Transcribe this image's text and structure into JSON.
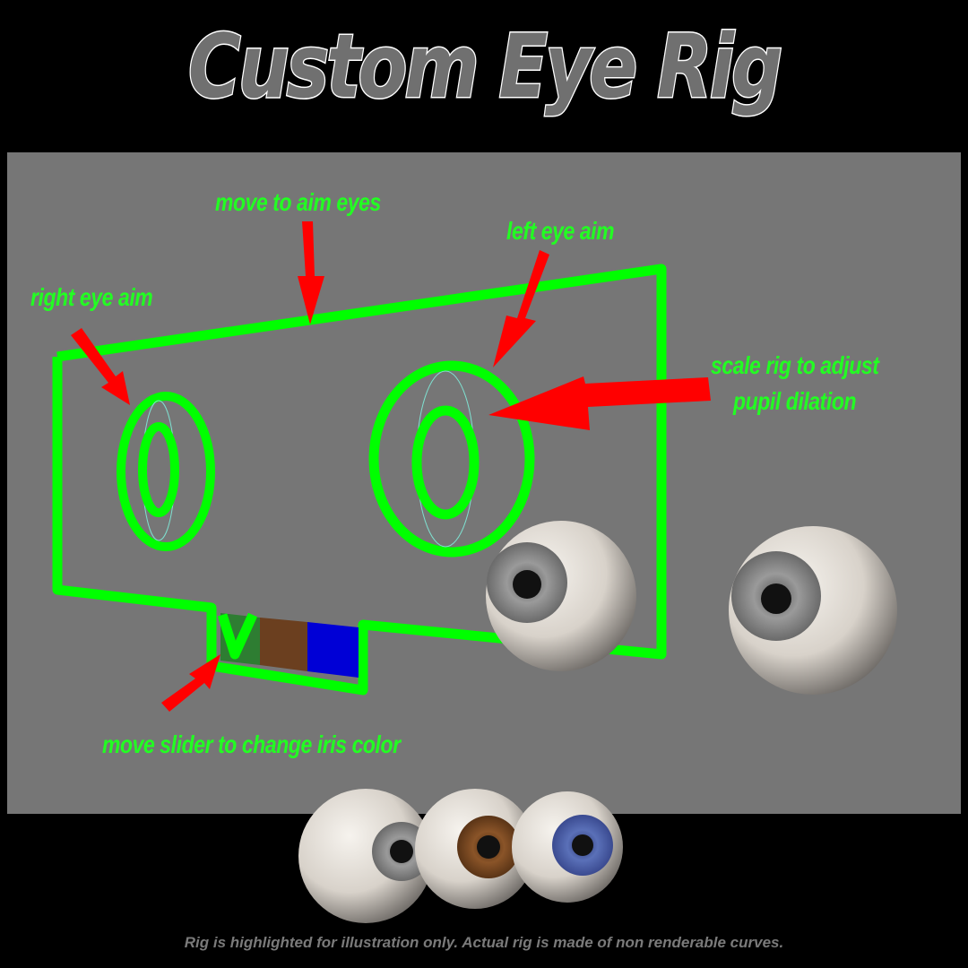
{
  "title": "Custom Eye Rig",
  "labels": {
    "move_to_aim": "move to aim eyes",
    "right_eye_aim": "right eye aim",
    "left_eye_aim": "left eye aim",
    "scale_rig_line1": "scale rig to adjust",
    "scale_rig_line2": "pupil dilation",
    "slider": "move slider to change iris color"
  },
  "iris_slider": {
    "swatches": [
      {
        "name": "green",
        "color": "#2e7d32"
      },
      {
        "name": "brown",
        "color": "#6b3f1f"
      },
      {
        "name": "blue",
        "color": "#0000d6"
      }
    ]
  },
  "eyeballs_preview": {
    "iris_colors": [
      "#8a8a8a",
      "#7a4a22",
      "#4a5fa8"
    ]
  },
  "colors": {
    "rig": "#00ff00",
    "arrow": "#ff0000",
    "panel": "#767676",
    "label": "#22ff22"
  },
  "footer": "Rig is highlighted for illustration only.  Actual rig is made of non renderable curves."
}
